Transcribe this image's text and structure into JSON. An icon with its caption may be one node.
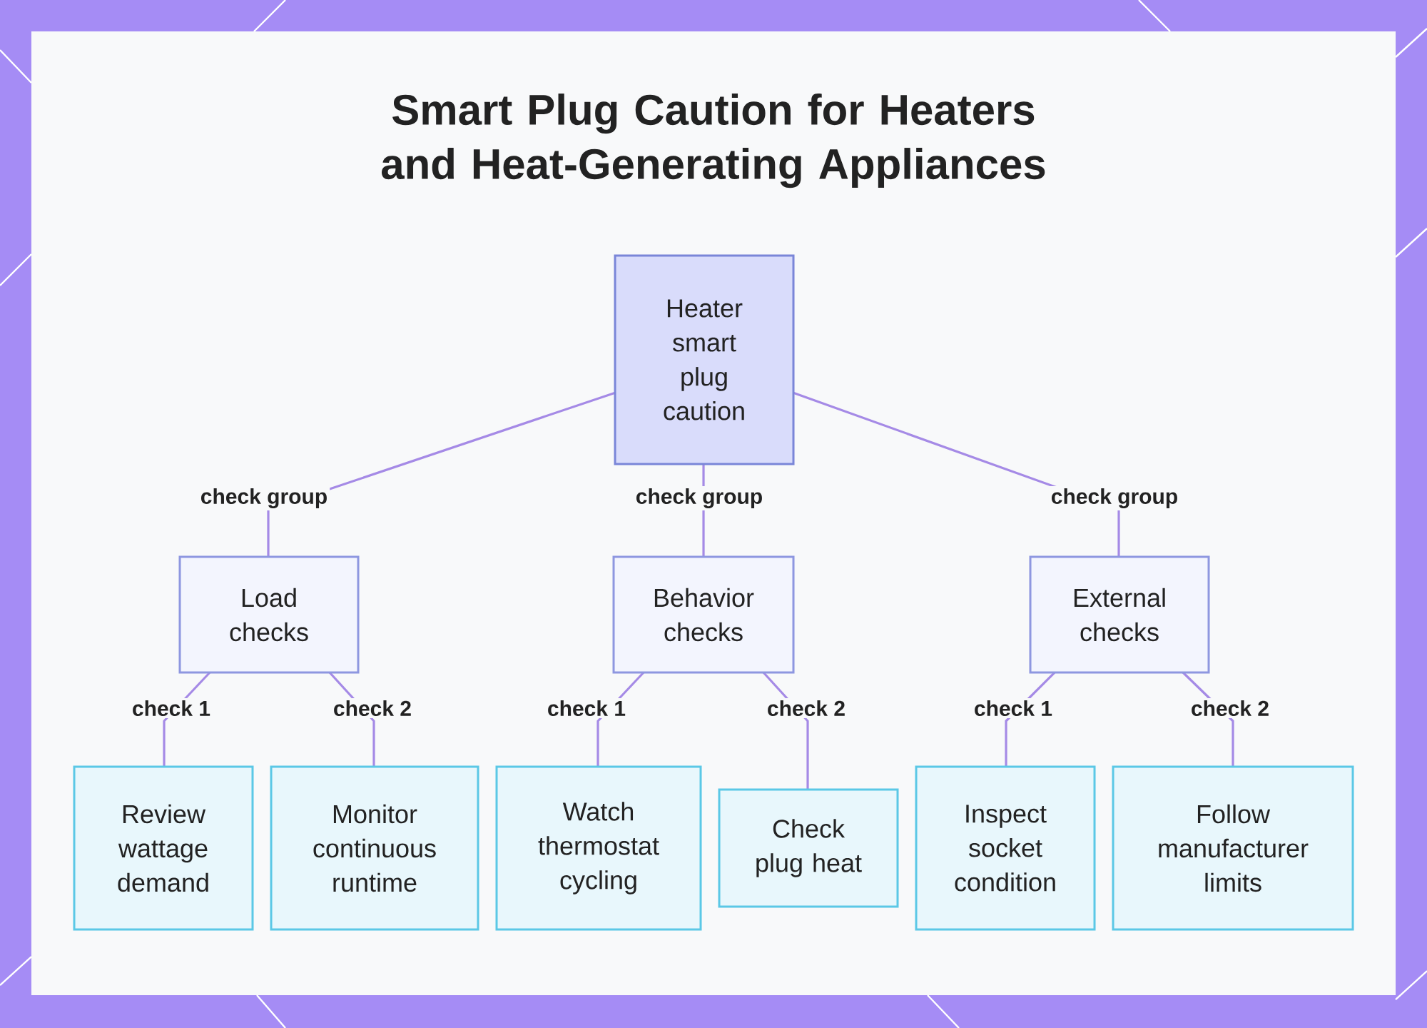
{
  "diagram": {
    "title": "Smart Plug Caution for Heaters and Heat-Generating Appliances",
    "nodes": [
      {
        "text": [
          "Heater smart plug caution"
        ]
      },
      {
        "text": [
          "Load checks"
        ]
      },
      {
        "text": [
          "Behavior checks"
        ]
      },
      {
        "text": [
          "External checks"
        ]
      },
      {
        "text": [
          "Review wattage demand"
        ]
      },
      {
        "text": [
          "Monitor continuous runtime"
        ]
      },
      {
        "text": [
          "Watch thermostat cycling"
        ]
      },
      {
        "text": [
          "Check plug heat"
        ]
      },
      {
        "text": [
          "Inspect socket condition"
        ]
      },
      {
        "text": [
          "Follow manufacturer limits"
        ]
      }
    ],
    "edges": [
      {
        "from": 0,
        "to": 1,
        "arrow": "none",
        "label": "check group"
      },
      {
        "from": 0,
        "to": 2,
        "arrow": "none",
        "label": "check group"
      },
      {
        "from": 0,
        "to": 3,
        "arrow": "none",
        "label": "check group"
      },
      {
        "from": 1,
        "to": 4,
        "arrow": "none",
        "label": "check 1"
      },
      {
        "from": 1,
        "to": 5,
        "arrow": "none",
        "label": "check 2"
      },
      {
        "from": 2,
        "to": 6,
        "arrow": "none",
        "label": "check 1"
      },
      {
        "from": 2,
        "to": 7,
        "arrow": "none",
        "label": "check 2"
      },
      {
        "from": 3,
        "to": 8,
        "arrow": "none",
        "label": "check 1"
      },
      {
        "from": 3,
        "to": 9,
        "arrow": "none",
        "label": "check 2"
      }
    ]
  }
}
